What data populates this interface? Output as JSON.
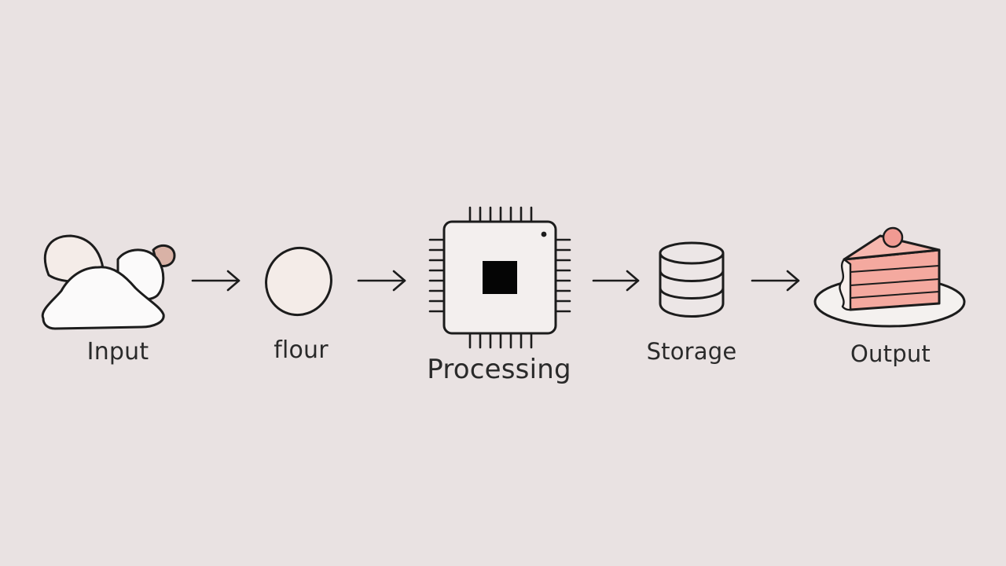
{
  "steps": [
    {
      "label": "Input",
      "icon": "flour-and-eggs-icon"
    },
    {
      "label": "flour",
      "icon": "egg-icon"
    },
    {
      "label": "Processing",
      "icon": "cpu-chip-icon"
    },
    {
      "label": "Storage",
      "icon": "database-icon"
    },
    {
      "label": "Output",
      "icon": "cake-slice-icon"
    }
  ],
  "colors": {
    "background": "#e9e2e2",
    "stroke": "#1c1c1c",
    "egg_fill": "#f4ece8",
    "flour_fill": "#fbfafa",
    "chip_fill": "#f3efee",
    "chip_core": "#050505",
    "cake_pink": "#f4a99f",
    "cake_cream": "#f8efec",
    "cherry": "#f19a92",
    "plate": "#f4f1ef"
  }
}
